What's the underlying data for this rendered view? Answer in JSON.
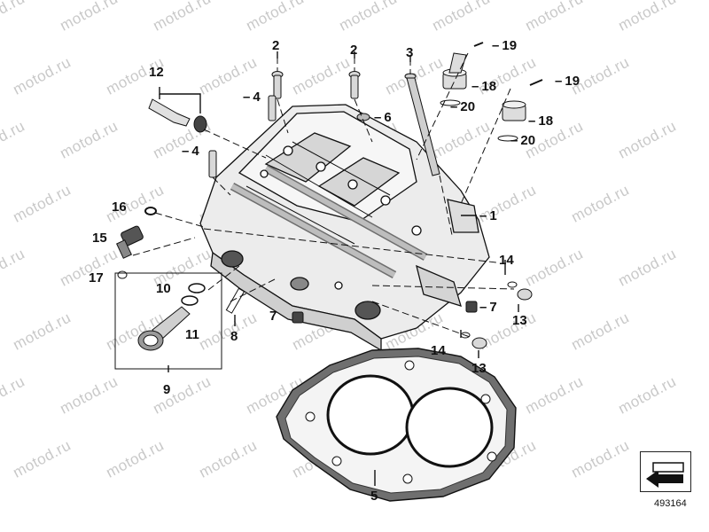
{
  "watermark": {
    "text": "motod.ru"
  },
  "diagram": {
    "part_code": "493164",
    "callouts": {
      "c1": "1",
      "c2a": "2",
      "c2b": "2",
      "c3": "3",
      "c4a": "4",
      "c4b": "4",
      "c5": "5",
      "c6": "6",
      "c7a": "7",
      "c7b": "7",
      "c8": "8",
      "c9": "9",
      "c10": "10",
      "c11": "11",
      "c12": "12",
      "c13a": "13",
      "c13b": "13",
      "c14a": "14",
      "c14b": "14",
      "c15": "15",
      "c16": "16",
      "c17": "17",
      "c18a": "18",
      "c18b": "18",
      "c19a": "19",
      "c19b": "19",
      "c20a": "20",
      "c20b": "20"
    },
    "colors": {
      "line": "#111111",
      "part_fill": "#eeeeee",
      "part_shade": "#9a9a9a",
      "watermark": "#c9c9c9"
    },
    "icons": {
      "nav": "arrow-down-left-icon"
    }
  }
}
